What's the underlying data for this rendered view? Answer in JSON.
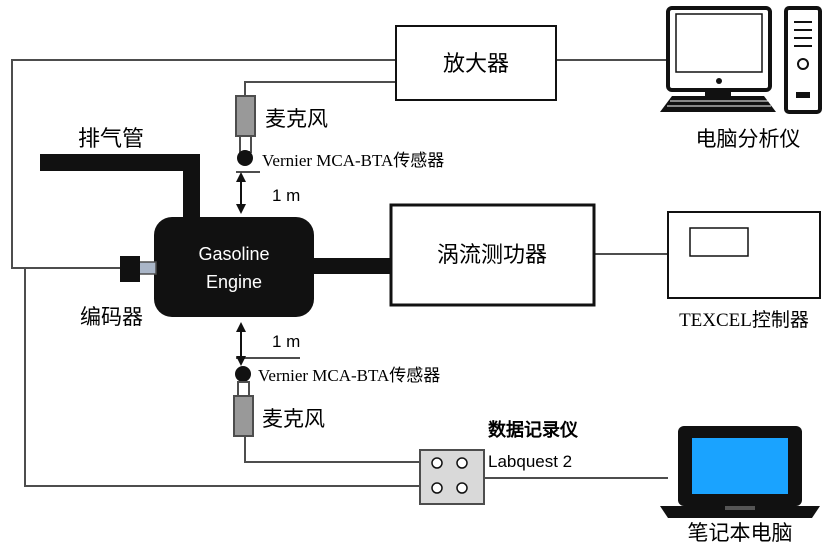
{
  "labels": {
    "amplifier": "放大器",
    "computer_analyzer": "电脑分析仪",
    "microphone_top": "麦克风",
    "sensor_top": "Vernier MCA-BTA传感器",
    "distance_top": "1 m",
    "exhaust_pipe": "排气管",
    "engine_line1": "Gasoline",
    "engine_line2": "Engine",
    "dynamometer": "涡流测功器",
    "controller": "TEXCEL控制器",
    "encoder": "编码器",
    "distance_bottom": "1 m",
    "sensor_bottom": "Vernier MCA-BTA传感器",
    "microphone_bottom": "麦克风",
    "data_logger": "数据记录仪",
    "labquest": "Labquest 2",
    "laptop": "笔记本电脑"
  },
  "colors": {
    "engine": "#111111",
    "line": "#4d4d4d",
    "microphone": "#999999",
    "laptop_screen": "#1aa3ff",
    "logger_box": "#d9d9d9"
  },
  "icons": {
    "desktop_computer": "desktop-computer-icon",
    "laptop": "laptop-icon",
    "controller": "controller-box-icon"
  }
}
